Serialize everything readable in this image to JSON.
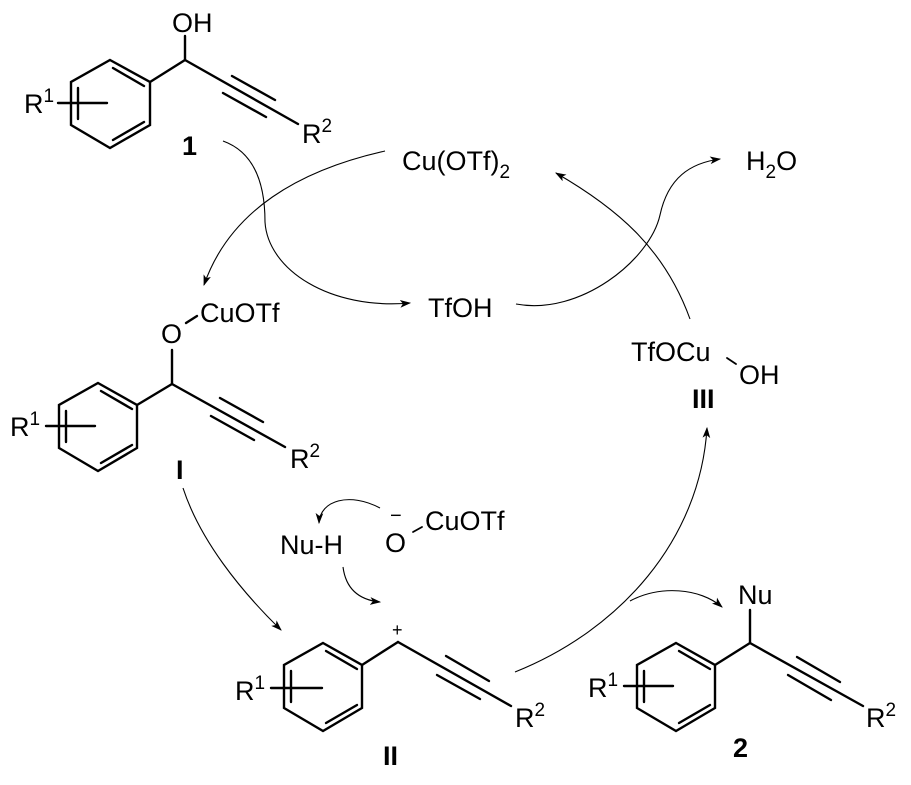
{
  "diagram": {
    "type": "catalytic-cycle",
    "colors": {
      "ink": "#000000",
      "background": "#ffffff"
    },
    "compounds": {
      "c1": {
        "label": "1",
        "substituent_ring": "R",
        "ring_sup": "1",
        "hydroxyl": "OH",
        "alkyne_sub": "R",
        "alkyne_sup": "2"
      },
      "cI": {
        "label": "I",
        "substituent_ring": "R",
        "ring_sup": "1",
        "o_atom": "O",
        "cu_group": "CuOTf",
        "alkyne_sub": "R",
        "alkyne_sup": "2"
      },
      "cII": {
        "label": "II",
        "substituent_ring": "R",
        "ring_sup": "1",
        "charge": "+",
        "alkyne_sub": "R",
        "alkyne_sup": "2"
      },
      "c2": {
        "label": "2",
        "substituent_ring": "R",
        "ring_sup": "1",
        "nucleophile": "Nu",
        "alkyne_sub": "R",
        "alkyne_sup": "2"
      },
      "cIII": {
        "label": "III",
        "cu_part": "TfOCu",
        "oh_part": "OH"
      }
    },
    "reagents": {
      "catalyst": {
        "main": "Cu(OTf)",
        "sub": "2"
      },
      "water": {
        "h": "H",
        "sub": "2",
        "o": "O"
      },
      "acid": "TfOH",
      "nucleophile": "Nu-H",
      "copper_alkoxide": {
        "charge": "−",
        "o_atom": "O",
        "cu_group": "CuOTf"
      }
    }
  }
}
